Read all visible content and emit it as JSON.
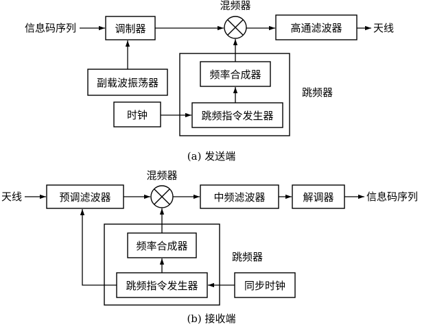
{
  "transmitter": {
    "caption": "(a) 发送端",
    "input_label": "信息码序列",
    "output_label": "天线",
    "mixer_label": "混频器",
    "hopper_label": "跳频器",
    "blocks": {
      "modulator": "调制器",
      "highpass_filter": "高通滤波器",
      "subcarrier_oscillator": "副载波振荡器",
      "freq_synthesizer": "频率合成器",
      "clock": "时钟",
      "hop_command_generator": "跳频指令发生器"
    }
  },
  "receiver": {
    "caption": "(b) 接收端",
    "input_label": "天线",
    "output_label": "信息码序列",
    "mixer_label": "混频器",
    "hopper_label": "跳频器",
    "blocks": {
      "preselect_filter": "预调滤波器",
      "if_filter": "中频滤波器",
      "demodulator": "解调器",
      "freq_synthesizer": "频率合成器",
      "hop_command_generator": "跳频指令发生器",
      "sync_clock": "同步时钟"
    }
  }
}
